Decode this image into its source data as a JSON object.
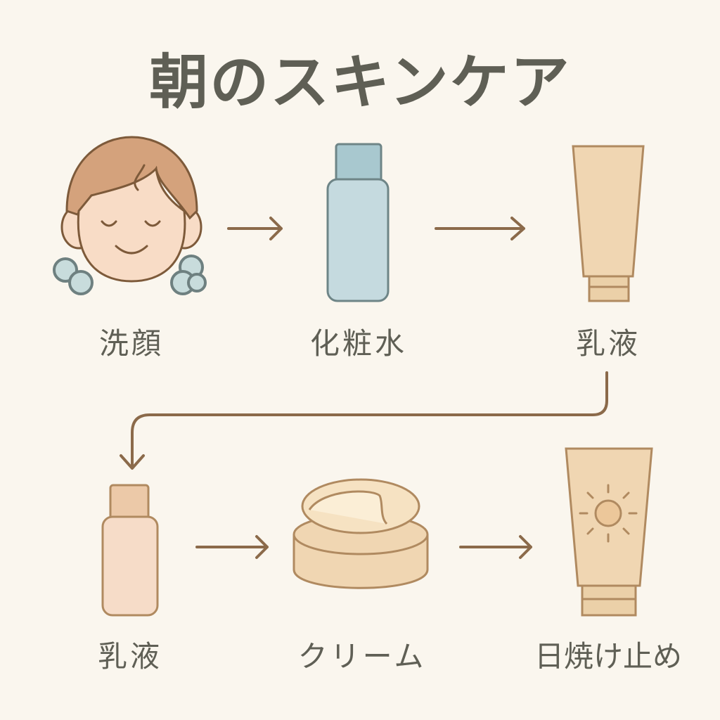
{
  "title": "朝のスキンケア",
  "steps": [
    {
      "label": "洗顔",
      "icon": "face-wash-icon"
    },
    {
      "label": "化粧水",
      "icon": "toner-bottle-icon"
    },
    {
      "label": "乳液",
      "icon": "lotion-tube-icon"
    },
    {
      "label": "乳液",
      "icon": "emulsion-bottle-icon"
    },
    {
      "label": "クリーム",
      "icon": "cream-jar-icon"
    },
    {
      "label": "日焼け止め",
      "icon": "sunscreen-tube-icon"
    }
  ],
  "colors": {
    "background": "#faf6ee",
    "text": "#5f5f55",
    "arrow": "#8b6a4a"
  }
}
